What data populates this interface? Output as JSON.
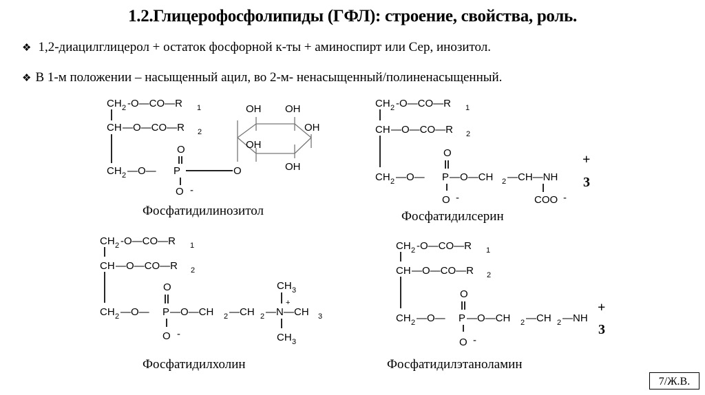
{
  "slide": {
    "title": "1.2.Глицерофосфолипиды (ГФЛ): строение, свойства, роль.",
    "bullets": [
      {
        "icon": "diamond-bullet-icon",
        "text": "1,2-диацилглицерол + остаток фосфорной к-ты + аминоспирт или Сер, инозитол."
      },
      {
        "icon": "diamond-bullet-icon",
        "text": "В 1-м положении – насыщенный ацил, во 2-м- ненасыщенный/полиненасыщенный."
      }
    ],
    "bullet_mark": "❖",
    "structures": {
      "common": {
        "row1": [
          "CH",
          "2",
          "-O—CO—R",
          "1"
        ],
        "row2": [
          "CH",
          "—O—CO—R",
          "2"
        ],
        "row3_start": [
          "CH",
          "2",
          "—O—",
          "P"
        ],
        "phosphate_top": "O",
        "phosphate_bottom": "O",
        "minus": "-"
      },
      "inositol": {
        "caption": "Фосфатидилинозитол",
        "link_o": "O",
        "oh": [
          "OH",
          "OH",
          "OH",
          "OH",
          "OH"
        ]
      },
      "serine": {
        "caption": "Фосфатидилсерин",
        "tail": [
          "—O—CH",
          "2",
          "—CH—NH"
        ],
        "coo": "COO",
        "plus": "+",
        "three": "3"
      },
      "choline": {
        "caption": "Фосфатидилхолин",
        "tail": [
          "—O—CH",
          "2",
          "—CH",
          "2",
          "—N",
          "—CH",
          "3"
        ],
        "ch3_top": [
          "CH",
          "3"
        ],
        "ch3_bottom": [
          "CH",
          "3"
        ],
        "plus": "+"
      },
      "ethanolamine": {
        "caption": "Фосфатидилэтаноламин",
        "tail": [
          "—O—CH",
          "2",
          "—CH",
          "2",
          "—NH"
        ],
        "plus": "+",
        "three": "3"
      }
    },
    "page_label": "7/Ж.В."
  }
}
